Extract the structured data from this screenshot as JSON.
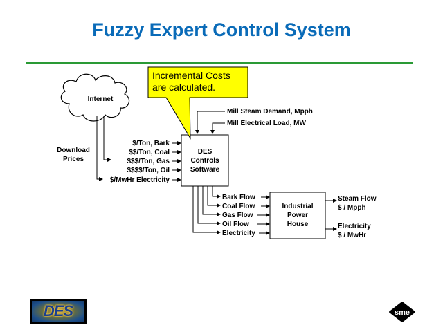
{
  "slide": {
    "title": "Fuzzy Expert Control System"
  },
  "callout": {
    "line1": "Incremental Costs",
    "line2": "are calculated."
  },
  "cloud": {
    "label": "Internet"
  },
  "download": {
    "line1": "Download",
    "line2": "Prices"
  },
  "price_inputs": [
    "$/Ton, Bark",
    "$$/Ton, Coal",
    "$$$/Ton, Gas",
    "$$$$/Ton, Oil",
    "$/MwHr Electricity"
  ],
  "mill_inputs": [
    "Mill Steam Demand, Mpph",
    "Mill Electrical Load, MW"
  ],
  "des_box": {
    "line1": "DES",
    "line2": "Controls",
    "line3": "Software"
  },
  "flows": [
    "Bark Flow",
    "Coal Flow",
    "Gas Flow",
    "Oil Flow",
    "Electricity"
  ],
  "power_house": {
    "line1": "Industrial",
    "line2": "Power",
    "line3": "House"
  },
  "outputs": [
    {
      "line1": "Steam Flow",
      "line2": "$ / Mpph"
    },
    {
      "line1": "Electricity",
      "line2": "$ / MwHr"
    }
  ],
  "logos": {
    "left": "DES",
    "right": "sme"
  },
  "colors": {
    "title": "#0a6bb8",
    "rule": "#2a9a35",
    "callout_fill": "#ffff00"
  }
}
